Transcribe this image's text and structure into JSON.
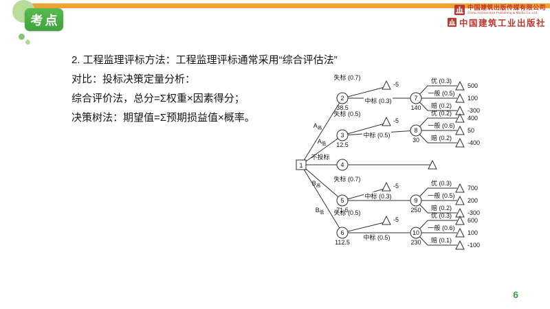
{
  "page": {
    "number": "6"
  },
  "header": {
    "badge_label": "考点",
    "accent_bar_color": "#F0A232",
    "badge_color": "#4CAE46",
    "logo_color": "#BF382D",
    "publisher_line1_cn": "中国建筑出版传媒有限公司",
    "publisher_line1_en": "China Architecture Publishing & Media Co.,Ltd",
    "publisher_line2_cn": "中国建筑工业出版社"
  },
  "content": {
    "lines": [
      "2. 工程监理评标方法：工程监理评标通常采用“综合评估法”",
      "对比：投标决策定量分析：",
      "综合评价法，总分=Σ权重×因素得分；",
      "决策树法：期望值=Σ预期损益值×概率。"
    ]
  },
  "tree": {
    "root_label": "1",
    "no_bid": {
      "label": "不投标",
      "node": "4"
    },
    "branches": [
      {
        "key": "A-high",
        "label_main": "A",
        "label_sub": "高",
        "node": "2",
        "ev": "38.5",
        "fail_label": "失标 (0.7)",
        "fail_value": "-5",
        "win_label": "中标 (0.3)",
        "chance": {
          "node": "7",
          "ev": "140",
          "outcomes": [
            {
              "label": "优 (0.3)",
              "value": "500"
            },
            {
              "label": "一般 (0.5)",
              "value": "100"
            },
            {
              "label": "赔 (0.2)",
              "value": "-300"
            }
          ]
        }
      },
      {
        "key": "A-low",
        "label_main": "A",
        "label_sub": "低",
        "node": "3",
        "ev": "12.5",
        "fail_label": "失标 (0.5)",
        "fail_value": "-5",
        "win_label": "中标 (0.5)",
        "chance": {
          "node": "8",
          "ev": "30",
          "outcomes": [
            {
              "label": "优 (0.2)",
              "value": "400"
            },
            {
              "label": "一般 (0.6)",
              "value": "50"
            },
            {
              "label": "赔 (0.2)",
              "value": "-400"
            }
          ]
        }
      },
      {
        "key": "B-high",
        "label_main": "B",
        "label_sub": "高",
        "node": "5",
        "ev": "71.5",
        "fail_label": "失标 (0.7)",
        "fail_value": "-5",
        "win_label": "中标 (0.3)",
        "chance": {
          "node": "9",
          "ev": "250",
          "outcomes": [
            {
              "label": "优 (0.3)",
              "value": "700"
            },
            {
              "label": "一般 (0.5)",
              "value": "200"
            },
            {
              "label": "赔 (0.2)",
              "value": "-300"
            }
          ]
        }
      },
      {
        "key": "B-low",
        "label_main": "B",
        "label_sub": "低",
        "node": "6",
        "ev": "112.5",
        "fail_label": "失标 (0.5)",
        "fail_value": "-5",
        "win_label": "中标 (0.5)",
        "chance": {
          "node": "10",
          "ev": "230",
          "outcomes": [
            {
              "label": "优 (0.3)",
              "value": "600"
            },
            {
              "label": "一般 (0.6)",
              "value": "100"
            },
            {
              "label": "赔 (0.1)",
              "value": "-100"
            }
          ]
        }
      }
    ]
  }
}
